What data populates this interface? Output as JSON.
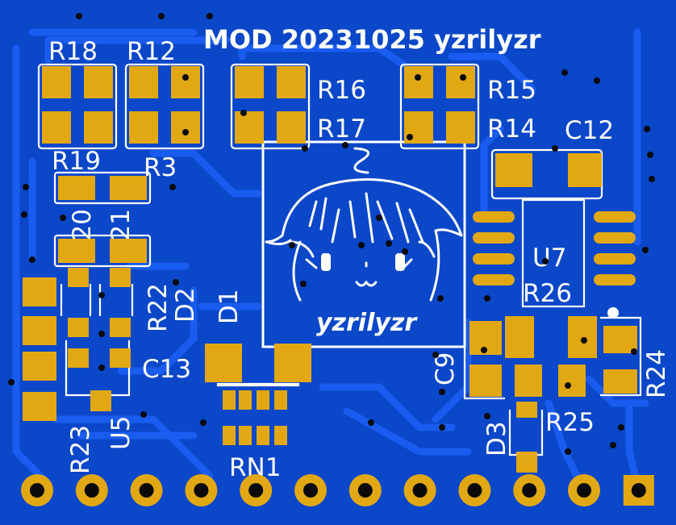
{
  "board": {
    "title": "MOD 20231025 yzrilyzr",
    "logo_text": "yzrilyzr",
    "colors": {
      "board": "#0a47c9",
      "copper_pad": "#e2a813",
      "silkscreen": "#ffffff",
      "via": "#0a0a0a",
      "trace": "#1a5cf0"
    }
  },
  "labels": {
    "r18": "R18",
    "r12": "R12",
    "r16": "R16",
    "r17": "R17",
    "r15": "R15",
    "r14": "R14",
    "c12": "C12",
    "r19": "R19",
    "r3": "R3",
    "r20": "R20",
    "r21": "R21",
    "r22": "R22",
    "d2": "D2",
    "d1": "D1",
    "c13": "C13",
    "u7": "U7",
    "r26": "R26",
    "c9": "C9",
    "r24": "R24",
    "r25": "R25",
    "d3": "D3",
    "r23": "R23",
    "u5": "U5",
    "rn1": "RN1"
  },
  "header": {
    "pin_count": 12,
    "square_pin": "last"
  }
}
